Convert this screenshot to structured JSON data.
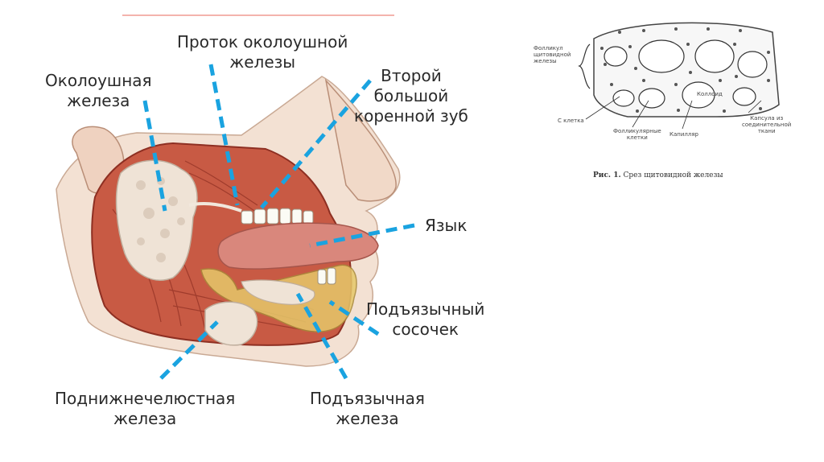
{
  "labels": {
    "parotid_duct": "Проток околоушной\nжелезы",
    "parotid_gland": "Околоушная\nжелеза",
    "second_molar": "Второй\nбольшой\nкоренной зуб",
    "tongue": "Язык",
    "sublingual_papilla": "Подъязычный\nсосочек",
    "submandibular_gland": "Поднижнечелюстная\nжелеза",
    "sublingual_gland": "Подъязычная\nжелеза"
  },
  "histology": {
    "follicle": "Фолликул\nщитовидной\nжелезы",
    "colloid": "Коллоид",
    "c_cell": "С клетка",
    "follicular_cells": "Фолликулярные\nклетки",
    "capillary": "Капилляр",
    "capsule": "Капсула из\nсоединительной\nткани",
    "caption_bold": "Рис. 1.",
    "caption_text": " Срез щитовидной железы"
  },
  "colors": {
    "pointer": "#1aa3e0",
    "muscle": "#c85a44",
    "muscle_dark": "#8e2f22",
    "gland": "#efe3d6",
    "bone": "#e6c86a",
    "skin": "#f3e1d3",
    "tongue": "#d9877c"
  }
}
